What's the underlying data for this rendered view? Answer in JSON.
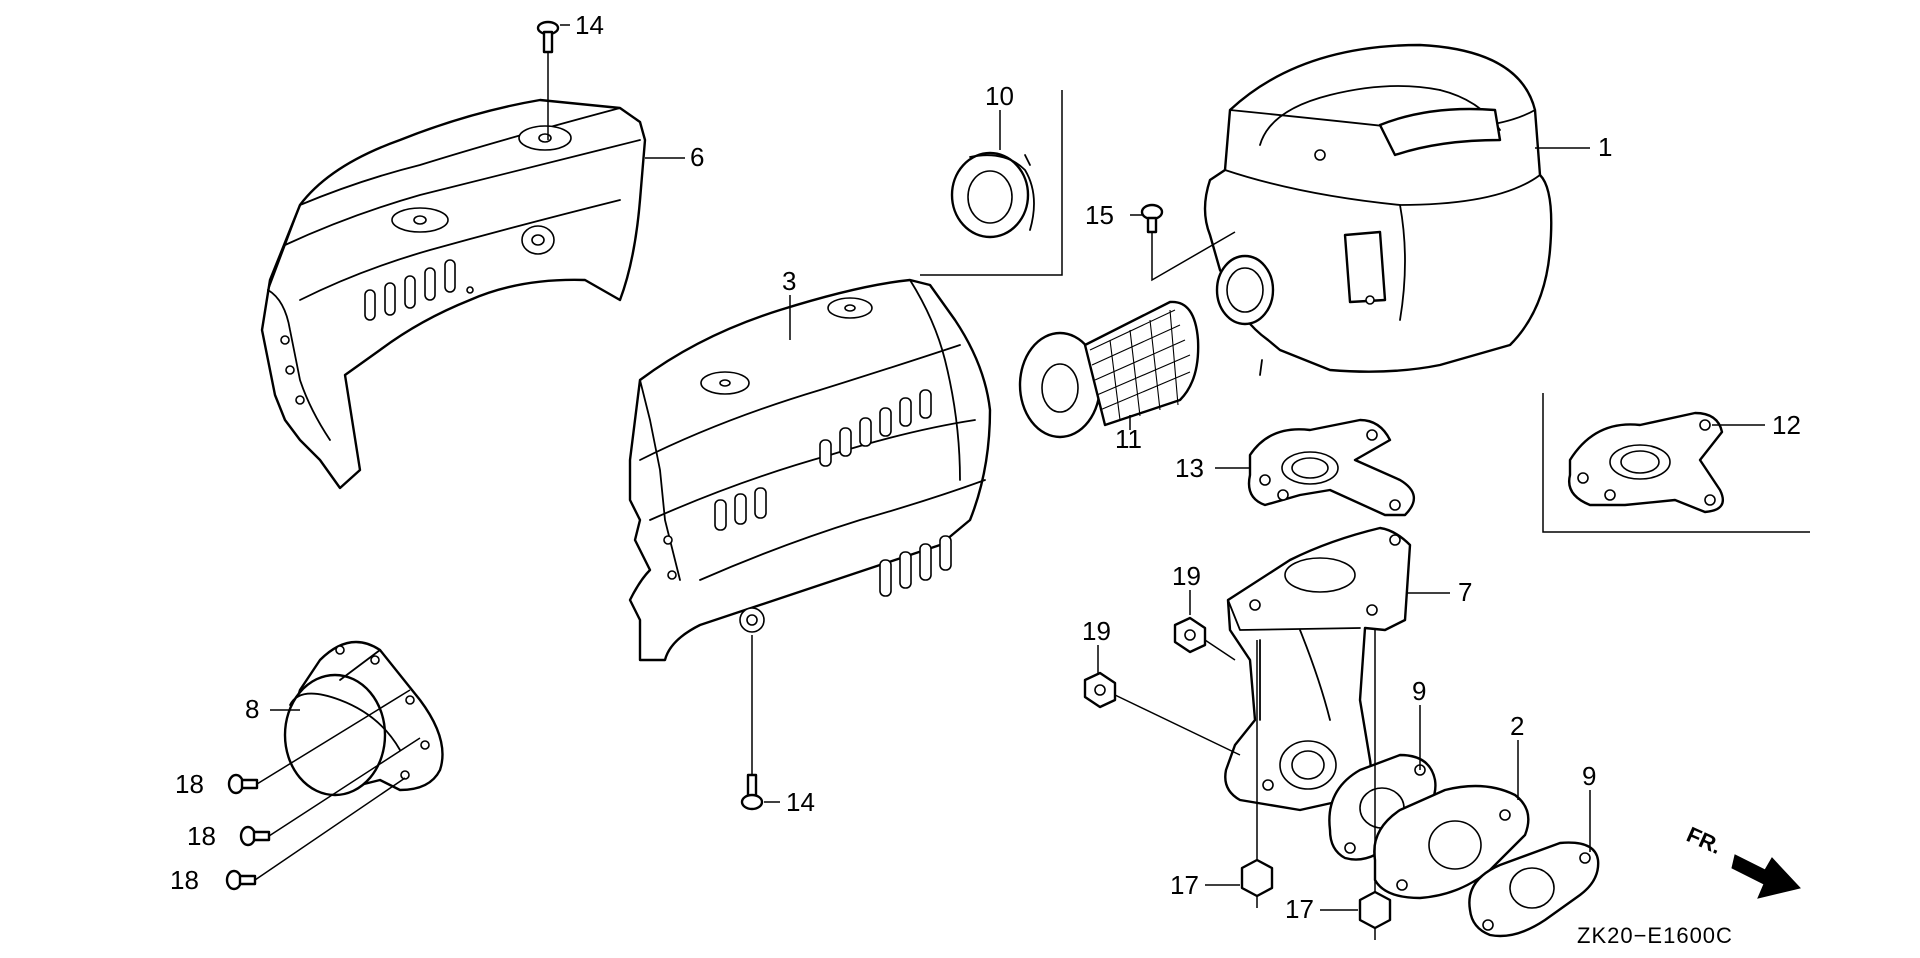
{
  "callouts": {
    "c1": "1",
    "c2": "2",
    "c3": "3",
    "c6": "6",
    "c7": "7",
    "c8": "8",
    "c9": "9",
    "c10": "10",
    "c11": "11",
    "c12": "12",
    "c13": "13",
    "c14": "14",
    "c15": "15",
    "c17": "17",
    "c18": "18",
    "c19": "19"
  },
  "direction_label": "FR.",
  "diagram_code": "ZK20−E1600C",
  "colors": {
    "line": "#000000",
    "background": "#ffffff"
  }
}
